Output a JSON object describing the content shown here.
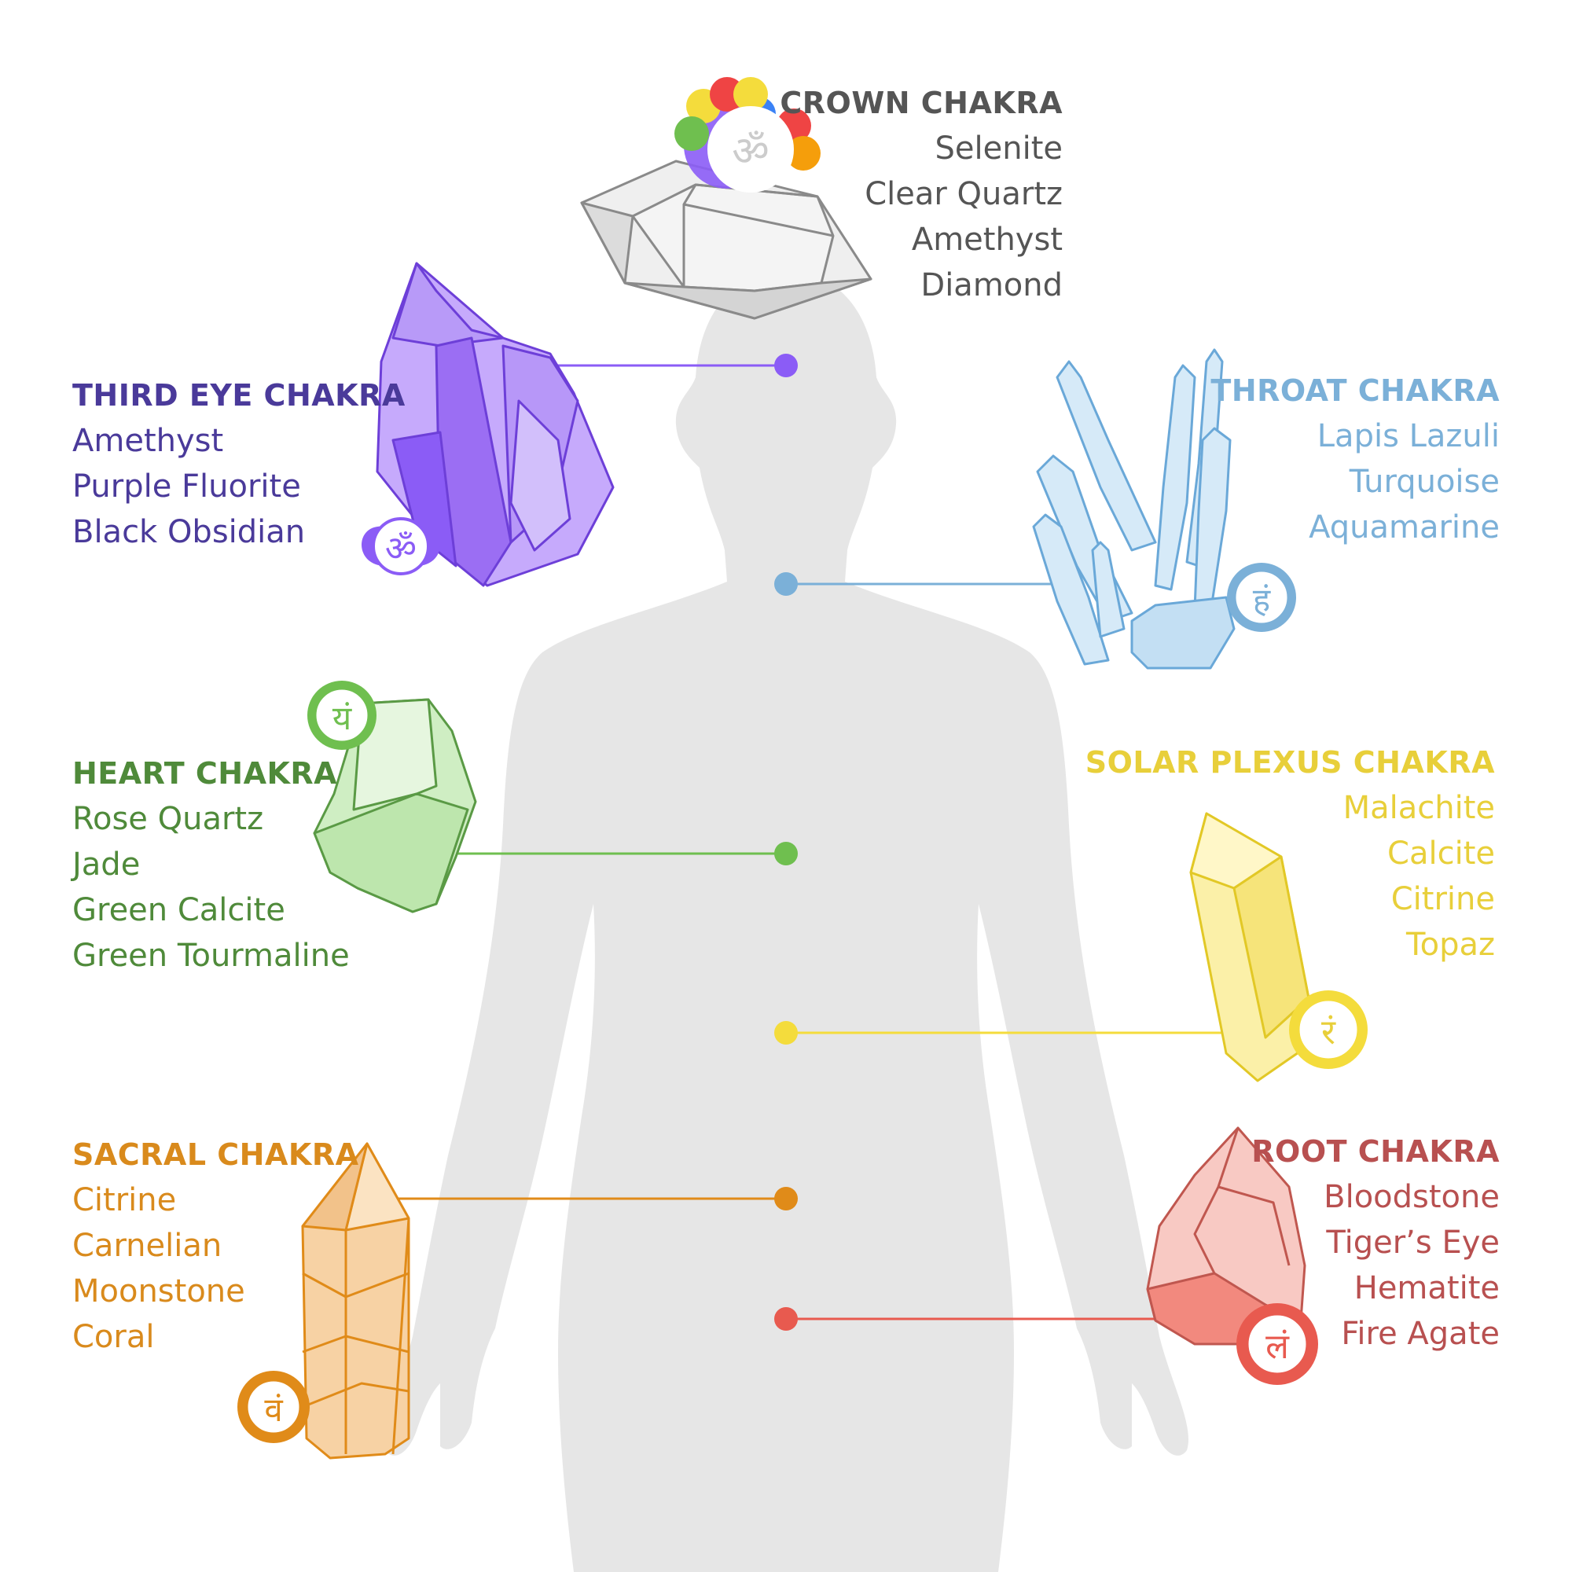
{
  "chakras": {
    "crown": {
      "title": "CROWN CHAKRA",
      "stones": [
        "Selenite",
        "Clear Quartz",
        "Amethyst",
        "Diamond"
      ],
      "color": "#555555",
      "symbol": "ॐ"
    },
    "third_eye": {
      "title": "THIRD EYE CHAKRA",
      "stones": [
        "Amethyst",
        "Purple Fluorite",
        "Black Obsidian"
      ],
      "color": "#4a3a9a",
      "accent": "#8b5cf6",
      "symbol": "ॐ"
    },
    "throat": {
      "title": "THROAT CHAKRA",
      "stones": [
        "Lapis Lazuli",
        "Turquoise",
        "Aquamarine"
      ],
      "color": "#7bb0d8",
      "symbol": "हं"
    },
    "heart": {
      "title": "HEART CHAKRA",
      "stones": [
        "Rose Quartz",
        "Jade",
        "Green Calcite",
        "Green Tourmaline"
      ],
      "color": "#4f8a3a",
      "accent": "#6fbf4f",
      "symbol": "यं"
    },
    "solar_plexus": {
      "title": "SOLAR PLEXUS CHAKRA",
      "stones": [
        "Malachite",
        "Calcite",
        "Citrine",
        "Topaz"
      ],
      "color": "#e8cf3a",
      "accent": "#f4dc3c",
      "symbol": "रं"
    },
    "sacral": {
      "title": "SACRAL CHAKRA",
      "stones": [
        "Citrine",
        "Carnelian",
        "Moonstone",
        "Coral"
      ],
      "color": "#d98a1c",
      "accent": "#e08b19",
      "symbol": "वं"
    },
    "root": {
      "title": "ROOT CHAKRA",
      "stones": [
        "Bloodstone",
        "Tiger’s Eye",
        "Hematite",
        "Fire Agate"
      ],
      "color": "#b85050",
      "accent": "#e85a4f",
      "symbol": "लं"
    }
  },
  "body_color": "#e6e6e6"
}
